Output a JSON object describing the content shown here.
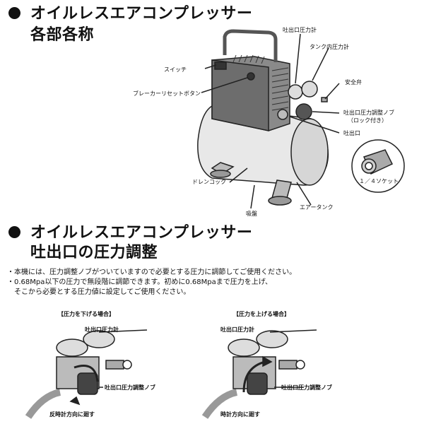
{
  "section1": {
    "line1": "オイルレスエアコンプレッサー",
    "line2": "各部各称"
  },
  "labels1": {
    "gauge_out": "吐出口圧力計",
    "gauge_tank": "タンク内圧力計",
    "switch": "スイッチ",
    "safety": "安全弁",
    "breaker": "ブレーカーリセットボタン",
    "knob": "吐出口圧力調整ノブ",
    "knob_sub": "（ロック付き）",
    "outlet": "吐出口",
    "socket": "１／４ソケット",
    "drain": "ドレンコック",
    "tank": "エアータンク",
    "intake": "吸盤"
  },
  "section2": {
    "line1": "オイルレスエアコンプレッサー",
    "line2": "吐出口の圧力調整"
  },
  "notes": [
    "・本機には、圧力調整ノブがついていますので必要とする圧力に調節してご使用ください。",
    "・0.68Mpa以下の圧力で無段階に調節できます。初めに0.68Mpaまで圧力を上げ、",
    "　そこから必要とする圧力値に設定してご使用ください。"
  ],
  "left_fig": {
    "caption": "【圧力を下げる場合】",
    "gauge": "吐出口圧力計",
    "knob": "吐出口圧力調整ノブ",
    "dir": "反時計方向に廻す"
  },
  "right_fig": {
    "caption": "【圧力を上げる場合】",
    "gauge": "吐出口圧力計",
    "knob": "吐出口圧力調整ノブ",
    "dir": "時計方向に廻す"
  }
}
